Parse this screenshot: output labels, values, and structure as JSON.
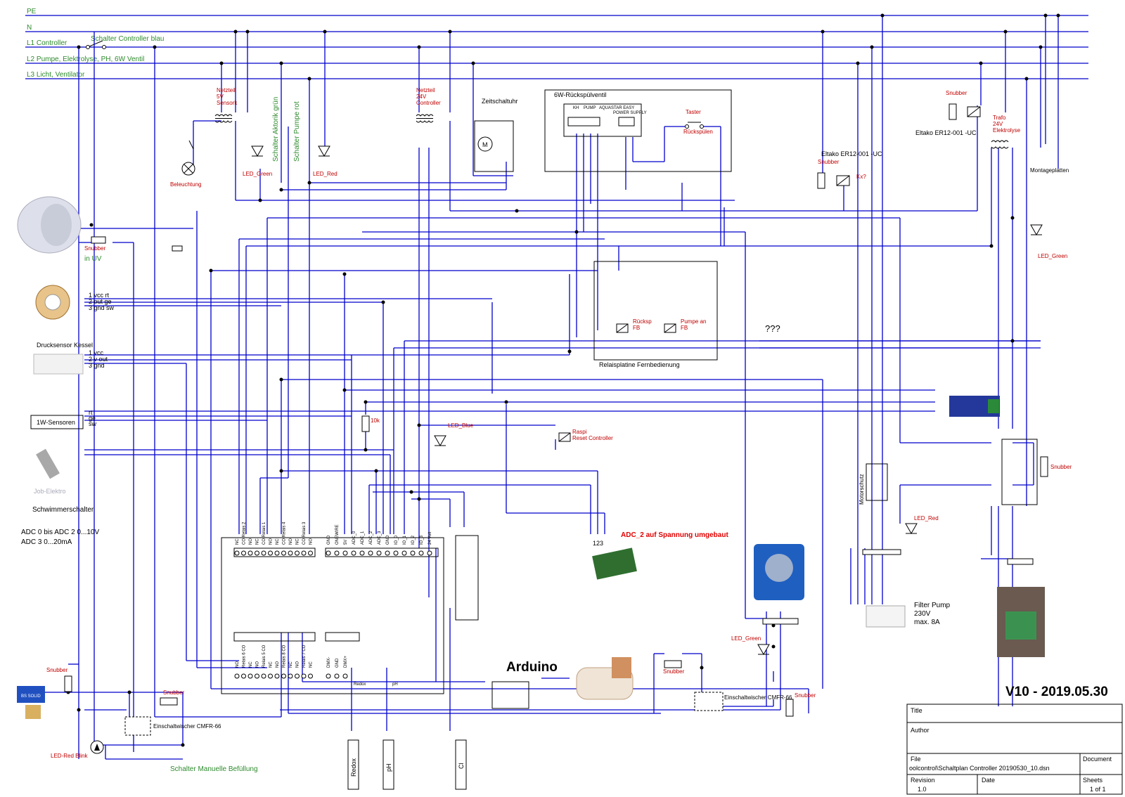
{
  "rails": [
    "PE",
    "N",
    "L1 Controller",
    "L2 Pumpe, Elektrolyse, PH, 6W Ventil",
    "L3 Licht, Ventilator"
  ],
  "labels": {
    "switch_controller": "Schalter Controller blau",
    "psu5_lines": [
      "Netzteil",
      "5V",
      "Sensork"
    ],
    "psu24_lines": [
      "Netzteil",
      "24V",
      "Controller"
    ],
    "lighting": "Beleuchtung",
    "snubber": "Snubber",
    "uv": "in UV",
    "switch_actor": "Schalter Aktorik grün",
    "switch_pump": "Schalter Pumpe rot",
    "led_green": "LED_Green",
    "led_red": "LED_Red",
    "led_blue": "LED_Blue",
    "led_red_blink": "LED-Red Blink",
    "timer": "Zeitschaltuhr",
    "valve_box": "6W-Rückspülventil",
    "valve_brand": "AQUASTAR EASY",
    "valve_terms": [
      "KH",
      "PUMP",
      "POWER SUPPLY"
    ],
    "taster": "Taster",
    "backwash": "Rückspülen",
    "eltako1": "Eltako ER12-001 -UC",
    "eltako2": "Eltako ER12-001 -UC",
    "trafo_lines": [
      "Trafo",
      "24V",
      "Elektrolyse"
    ],
    "montage": "Montageplatten",
    "relay_board": "Relaisplatine Fernbedienung",
    "relay_backwash": [
      "Rücksp",
      "FB"
    ],
    "relay_pump": [
      "Pumpe an",
      "FB"
    ],
    "unknown": "???",
    "flow_pins": [
      "1 vcc rt",
      "2 out ge",
      "3 gnd sw"
    ],
    "pressure_sensor": "Drucksensor Kessel",
    "pressure_pins": [
      "1 vcc",
      "2 v out",
      "3 gnd"
    ],
    "onewire": "1W-Sensoren",
    "onewire_pins": [
      "rt",
      "ge",
      "sw"
    ],
    "float_switch": "Schwimmerschalter",
    "job_elektro": "Job-Elektro",
    "adc_note_1": "ADC 0 bis ADC 2  0...10V",
    "adc_note_2": "ADC 3          0...20mA",
    "resistor": "10k",
    "raspi_reset": [
      "Raspi",
      "Reset Controller"
    ],
    "adc2_note": "ADC_2 auf Spannung umgebaut",
    "adc_pins": "123",
    "arduino": "Arduino",
    "board_top": [
      "NC",
      "CO Relais 2",
      "NO",
      "NC",
      "CO Relais 1",
      "NO",
      "NC",
      "CO Relais 4",
      "NO",
      "NC",
      "CO Relais 3",
      "NO"
    ],
    "board_top2": [
      "GND",
      "ONEWIRE",
      "5V",
      "ADC_0",
      "ADC_1",
      "ADC_2",
      "ADC_3",
      "GND",
      "IO_0",
      "IO_1",
      "IO_2",
      "IO_3",
      "24 Volt"
    ],
    "board_bottom": [
      "NO",
      "Relais 6 CO",
      "NC",
      "NO",
      "Relais 5 CO",
      "NC",
      "NO",
      "Relais 8 CO",
      "NC",
      "NO",
      "Relais 7 CO",
      "NC"
    ],
    "board_dm": [
      "DMX-",
      "GND",
      "DMX+"
    ],
    "redox": "Redox",
    "ph": "pH",
    "cl": "Cl",
    "cmfr1": "Einschaltwischer CMFR-66",
    "cmfr2": "Einschaltwischer CMFR-66",
    "switch_fill": "Schalter Manuelle Befüllung",
    "motor_protection": "Motorschutz",
    "filter_pump": [
      "Filter Pump",
      "230V",
      "max. 8A"
    ],
    "version": "V10 - 2019.05.30",
    "kx": "Kx?"
  },
  "title_block": {
    "title_label": "Title",
    "author_label": "Author",
    "file_label": "File",
    "file_value": "oolcontrol\\Schaltplan Controller 20190530_10.dsn",
    "document_label": "Document",
    "revision_label": "Revision",
    "revision_value": "1.0",
    "date_label": "Date",
    "sheets_label": "Sheets",
    "sheets_value": "1 of 1"
  },
  "colors": {
    "wire": "#0000cc",
    "rail_text": "#2e8b2e",
    "component_text": "#c00000"
  }
}
